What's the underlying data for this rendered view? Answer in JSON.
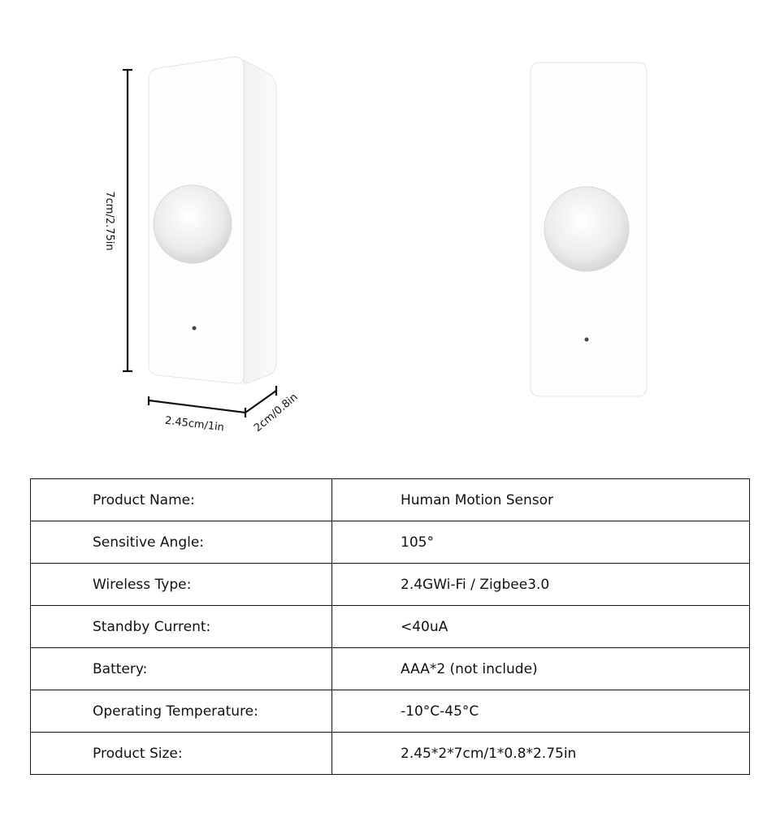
{
  "dimensions": {
    "height": "7cm/2.75in",
    "width": "2.45cm/1in",
    "depth": "2cm/0.8in"
  },
  "specs": [
    {
      "label": "Product Name:",
      "value": "Human Motion Sensor"
    },
    {
      "label": "Sensitive Angle:",
      "value": "105°"
    },
    {
      "label": "Wireless Type:",
      "value": "2.4GWi-Fi / Zigbee3.0"
    },
    {
      "label": "Standby Current:",
      "value": "<40uA"
    },
    {
      "label": "Battery:",
      "value": "AAA*2 (not include)"
    },
    {
      "label": "Operating Temperature:",
      "value": "-10°C-45°C"
    },
    {
      "label": "Product Size:",
      "value": "2.45*2*7cm/1*0.8*2.75in"
    }
  ]
}
